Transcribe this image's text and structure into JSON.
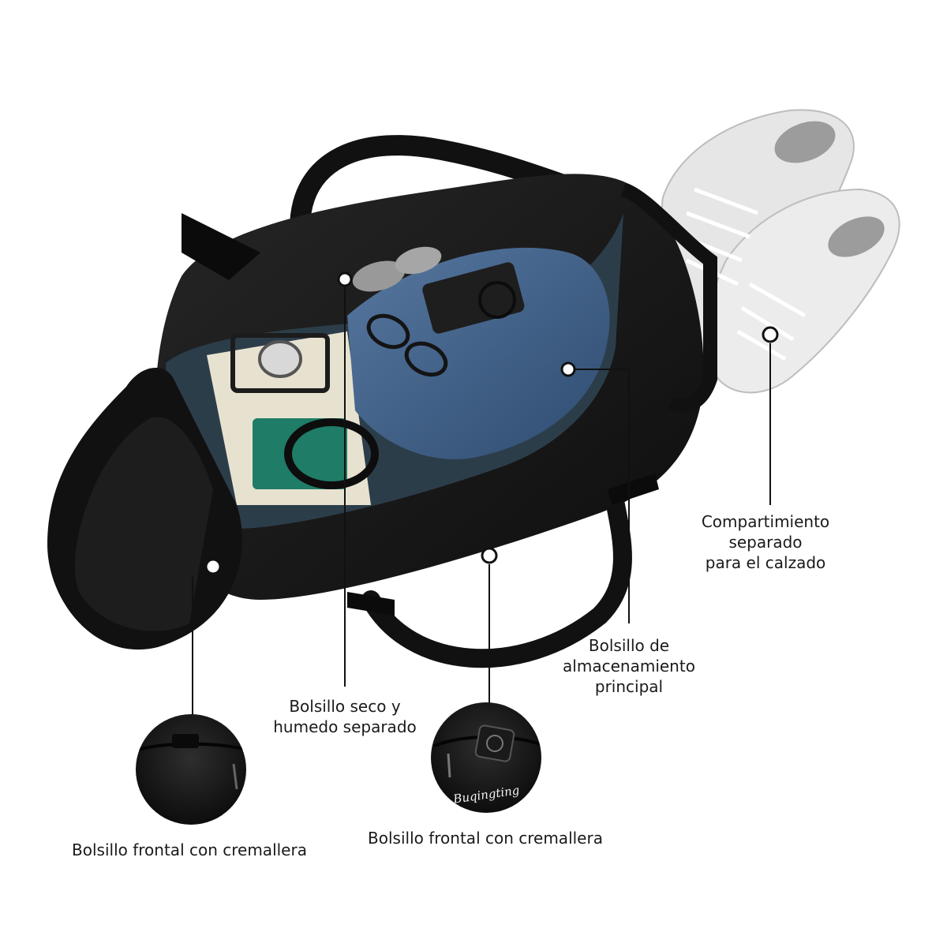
{
  "callouts": {
    "shoe_compartment": {
      "lines": [
        "Compartimiento",
        "separado",
        "para el calzado"
      ]
    },
    "main_storage": {
      "lines": [
        "Bolsillo de",
        "almacenamiento",
        "principal"
      ]
    },
    "wet_dry": {
      "lines": [
        "Bolsillo seco y",
        "humedo separado"
      ]
    },
    "front_pocket_left": {
      "text": "Bolsillo frontal con cremallera"
    },
    "front_pocket_right": {
      "text": "Bolsillo frontal con cremallera"
    }
  },
  "brand_logo": "Buqingting",
  "colors": {
    "bag": "#141414",
    "bag_highlight": "#2b2b2b",
    "denim": "#3f5e86",
    "shoe": "#e3e3e3",
    "lining": "#2c3d4a",
    "text": "#1a1a1a"
  }
}
